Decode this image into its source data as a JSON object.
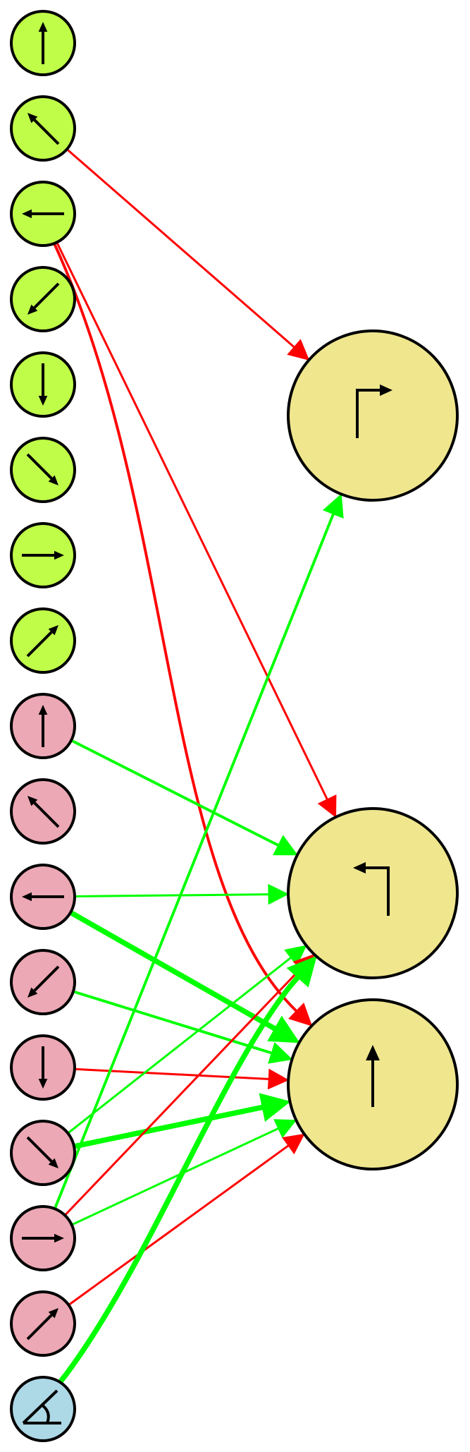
{
  "colors": {
    "input_group_a": "#c0fd48",
    "input_group_b": "#eca8b4",
    "input_group_c": "#add8e6",
    "output_node": "#efe68e",
    "excitatory": "#00ff00",
    "inhibitory": "#ff0000",
    "outline": "#000000",
    "background": "#ffffff"
  },
  "input_nodes": [
    {
      "id": "a-up",
      "group": "a",
      "icon": "arrow-up-icon"
    },
    {
      "id": "a-up-left",
      "group": "a",
      "icon": "arrow-up-left-icon"
    },
    {
      "id": "a-left",
      "group": "a",
      "icon": "arrow-left-icon"
    },
    {
      "id": "a-down-left",
      "group": "a",
      "icon": "arrow-down-left-icon"
    },
    {
      "id": "a-down",
      "group": "a",
      "icon": "arrow-down-icon"
    },
    {
      "id": "a-down-right",
      "group": "a",
      "icon": "arrow-down-right-icon"
    },
    {
      "id": "a-right",
      "group": "a",
      "icon": "arrow-right-icon"
    },
    {
      "id": "a-up-right",
      "group": "a",
      "icon": "arrow-up-right-icon"
    },
    {
      "id": "b-up",
      "group": "b",
      "icon": "arrow-up-icon"
    },
    {
      "id": "b-up-left",
      "group": "b",
      "icon": "arrow-up-left-icon"
    },
    {
      "id": "b-left",
      "group": "b",
      "icon": "arrow-left-icon"
    },
    {
      "id": "b-down-left",
      "group": "b",
      "icon": "arrow-down-left-icon"
    },
    {
      "id": "b-down",
      "group": "b",
      "icon": "arrow-down-icon"
    },
    {
      "id": "b-down-right",
      "group": "b",
      "icon": "arrow-down-right-icon"
    },
    {
      "id": "b-right",
      "group": "b",
      "icon": "arrow-right-icon"
    },
    {
      "id": "b-up-right",
      "group": "b",
      "icon": "arrow-up-right-icon"
    },
    {
      "id": "c-angle",
      "group": "c",
      "icon": "angle-icon"
    }
  ],
  "output_nodes": [
    {
      "id": "turn-right",
      "icon": "turn-right-icon"
    },
    {
      "id": "turn-left",
      "icon": "turn-left-icon"
    },
    {
      "id": "forward",
      "icon": "forward-arrow-icon"
    }
  ],
  "connections": [
    {
      "from": "a-up-left",
      "to": "turn-right",
      "type": "inhibitory",
      "weight": 1
    },
    {
      "from": "a-left",
      "to": "turn-left",
      "type": "inhibitory",
      "weight": 1
    },
    {
      "from": "a-left",
      "to": "forward",
      "type": "inhibitory",
      "weight": 1.3
    },
    {
      "from": "b-up",
      "to": "turn-left",
      "type": "excitatory",
      "weight": 1.3
    },
    {
      "from": "b-left",
      "to": "turn-left",
      "type": "excitatory",
      "weight": 1
    },
    {
      "from": "b-left",
      "to": "forward",
      "type": "excitatory",
      "weight": 2.5
    },
    {
      "from": "b-down-left",
      "to": "forward",
      "type": "excitatory",
      "weight": 1.3
    },
    {
      "from": "b-down",
      "to": "forward",
      "type": "inhibitory",
      "weight": 1
    },
    {
      "from": "b-down-right",
      "to": "turn-left",
      "type": "excitatory",
      "weight": 1
    },
    {
      "from": "b-down-right",
      "to": "forward",
      "type": "excitatory",
      "weight": 2.5
    },
    {
      "from": "b-right",
      "to": "turn-right",
      "type": "excitatory",
      "weight": 1.3
    },
    {
      "from": "b-right",
      "to": "turn-left",
      "type": "inhibitory",
      "weight": 1
    },
    {
      "from": "b-right",
      "to": "forward",
      "type": "excitatory",
      "weight": 1
    },
    {
      "from": "b-up-right",
      "to": "forward",
      "type": "inhibitory",
      "weight": 1
    },
    {
      "from": "c-angle",
      "to": "turn-left",
      "type": "excitatory",
      "weight": 2.5
    }
  ]
}
